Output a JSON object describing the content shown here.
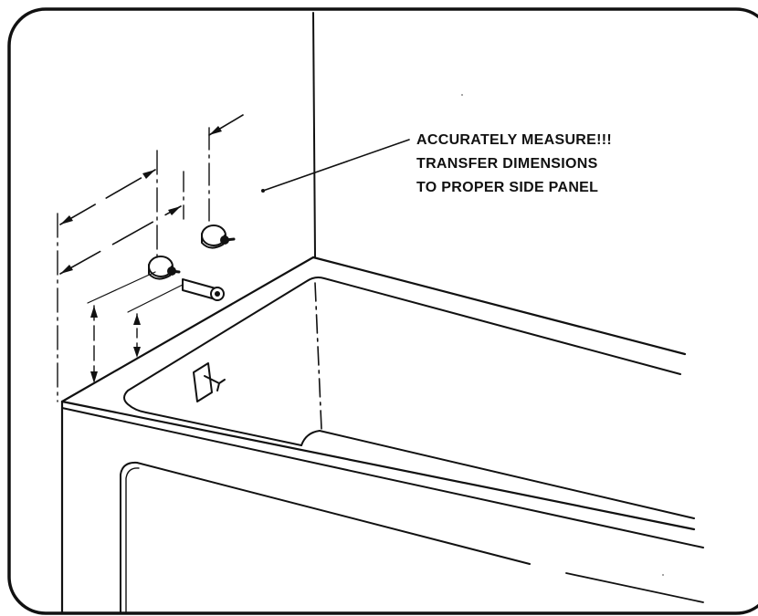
{
  "callout": {
    "lines": [
      "ACCURATELY MEASURE!!!",
      "TRANSFER DIMENSIONS",
      "TO PROPER SIDE PANEL"
    ]
  },
  "colors": {
    "ink": "#111111",
    "paper": "#ffffff",
    "fitting_shade": "#cfcfcf"
  }
}
